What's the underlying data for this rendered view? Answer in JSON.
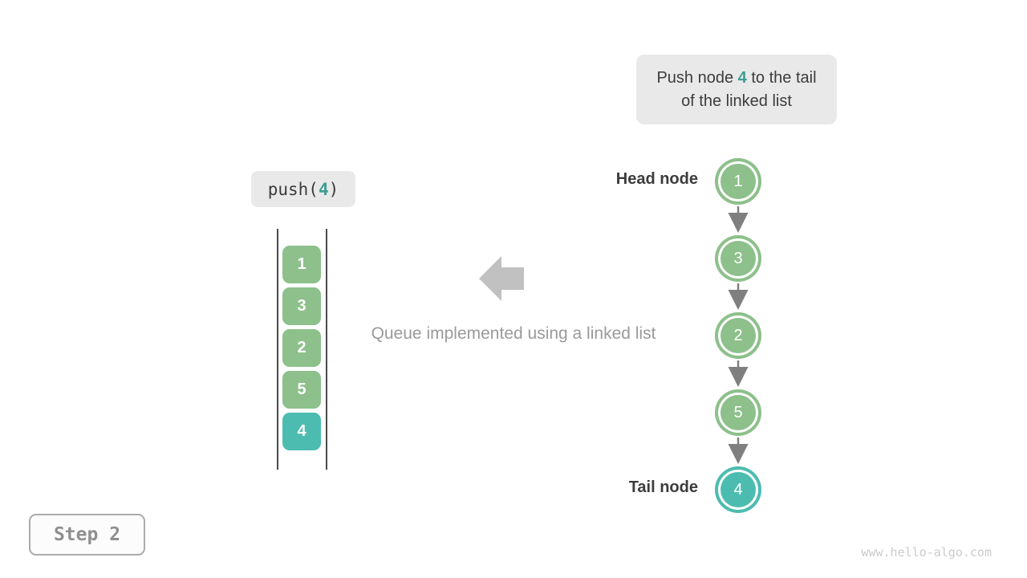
{
  "tooltip": {
    "prefix": "Push node ",
    "highlight": "4",
    "suffix": " to the tail of the linked list"
  },
  "operation": {
    "prefix": "push(",
    "arg": "4",
    "suffix": ")"
  },
  "queue_stack": {
    "items": [
      {
        "label": "1"
      },
      {
        "label": "3"
      },
      {
        "label": "2"
      },
      {
        "label": "5"
      },
      {
        "label": "4",
        "highlight": true
      }
    ]
  },
  "caption": "Queue implemented using a linked list",
  "linked_list": {
    "head_label": "Head node",
    "tail_label": "Tail node",
    "nodes": [
      {
        "label": "1"
      },
      {
        "label": "3"
      },
      {
        "label": "2"
      },
      {
        "label": "5"
      },
      {
        "label": "4",
        "highlight": true
      }
    ]
  },
  "step_badge": "Step 2",
  "watermark": "www.hello-algo.com",
  "colors": {
    "green": "#8DC08B",
    "teal": "#4DBCB0",
    "teal_text": "#3B9E94",
    "tooltip_bg": "#E9E9E9",
    "dark_text": "#3C3C3C",
    "gray_text": "#9A9A9A",
    "block_arrow": "#C1C1C1",
    "link_arrow": "#7F7F7F"
  }
}
